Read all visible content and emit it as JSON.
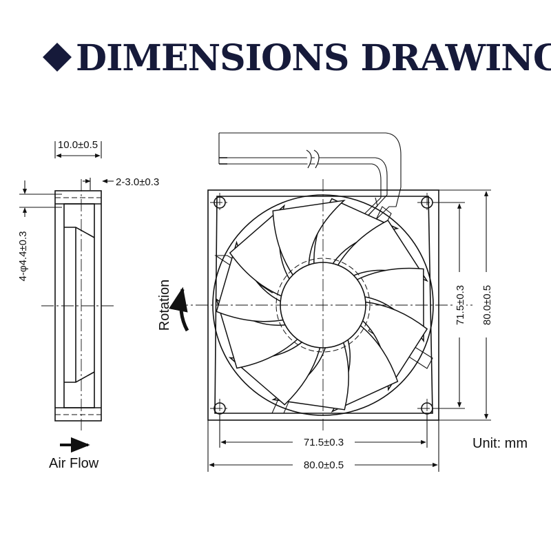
{
  "title": "DIMENSIONS DRAWING",
  "side_view": {
    "width_dim": "10.0±0.5",
    "flange_dim": "2-3.0±0.3",
    "hole_dim": "4-φ4.4±0.3",
    "airflow_label": "Air Flow"
  },
  "front_view": {
    "rotation_label": "Rotation",
    "hole_spacing_h": "71.5±0.3",
    "overall_h": "80.0±0.5",
    "hole_spacing_v": "71.5±0.3",
    "overall_v": "80.0±0.5"
  },
  "unit_label": "Unit: mm",
  "colors": {
    "title": "#161a3a",
    "line": "#111111"
  }
}
